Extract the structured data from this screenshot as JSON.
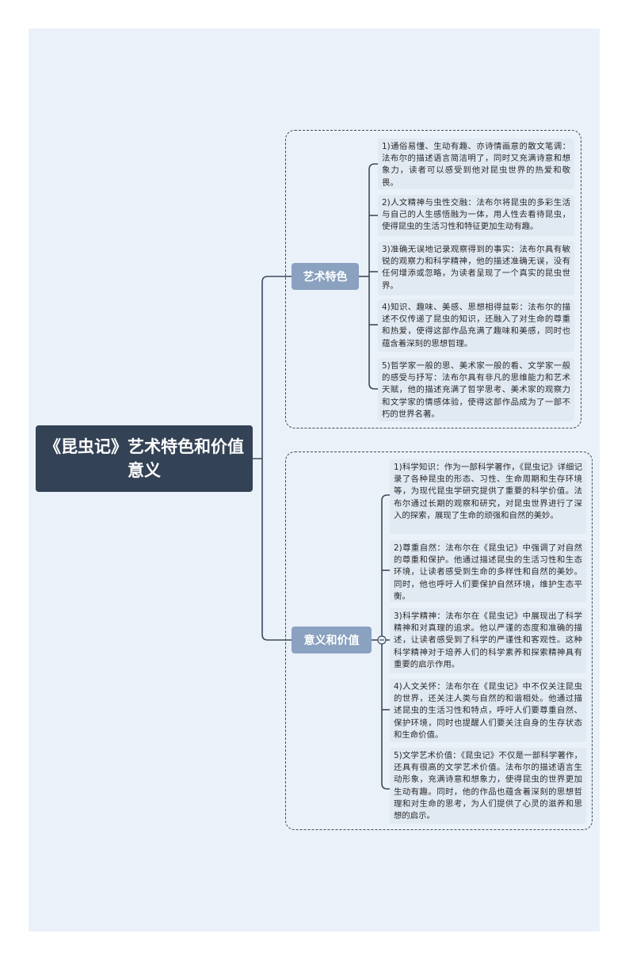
{
  "root": {
    "title": "《昆虫记》艺术特色和价值意义"
  },
  "art": {
    "label": "艺术特色",
    "items": [
      "1)通俗易懂、生动有趣、亦诗情画意的散文笔调：法布尔的描述语言简洁明了，同时又充满诗意和想象力，读者可以感受到他对昆虫世界的热爱和敬畏。",
      "2)人文精神与虫性交融：法布尔将昆虫的多彩生活与自己的人生感悟融为一体，用人性去看待昆虫，使得昆虫的生活习性和特征更加生动有趣。",
      "3)准确无误地记录观察得到的事实：法布尔具有敏锐的观察力和科学精神，他的描述准确无误，没有任何增添或忽略，为读者呈现了一个真实的昆虫世界。",
      "4)知识、趣味、美感、思想相得益彰：法布尔的描述不仅传递了昆虫的知识，还融入了对生命的尊重和热爱，使得这部作品充满了趣味和美感，同时也蕴含着深刻的思想哲理。",
      "5)哲学家一般的思、美术家一般的看、文学家一般的感受与抒写：法布尔具有非凡的思维能力和艺术天赋，他的描述充满了哲学思考、美术家的观察力和文学家的情感体验，使得这部作品成为了一部不朽的世界名著。"
    ]
  },
  "value": {
    "label": "意义和价值",
    "items": [
      "1)科学知识：作为一部科学著作，《昆虫记》详细记录了各种昆虫的形态、习性、生命周期和生存环境等，为现代昆虫学研究提供了重要的科学价值。法布尔通过长期的观察和研究，对昆虫世界进行了深入的探索，展现了生命的顽强和自然的美妙。",
      "2)尊重自然：法布尔在《昆虫记》中强调了对自然的尊重和保护。他通过描述昆虫的生活习性和生态环境，让读者感受到生命的多样性和自然的美妙。同时，他也呼吁人们要保护自然环境，维护生态平衡。",
      "3)科学精神：法布尔在《昆虫记》中展现出了科学精神和对真理的追求。他以严谨的态度和准确的描述，让读者感受到了科学的严谨性和客观性。这种科学精神对于培养人们的科学素养和探索精神具有重要的启示作用。",
      "4)人文关怀：法布尔在《昆虫记》中不仅关注昆虫的世界，还关注人类与自然的和谐相处。他通过描述昆虫的生活习性和特点，呼吁人们要尊重自然、保护环境，同时也提醒人们要关注自身的生存状态和生命价值。",
      "5)文学艺术价值：《昆虫记》不仅是一部科学著作，还具有很高的文学艺术价值。法布尔的描述语言生动形象，充满诗意和想象力，使得昆虫的世界更加生动有趣。同时，他的作品也蕴含着深刻的思想哲理和对生命的思考，为人们提供了心灵的滋养和思想的启示。"
    ]
  },
  "colors": {
    "background": "#eaf1f9",
    "root": "#344256",
    "branch": "#8aa1c0",
    "leaf": "#e1e9f3",
    "line": "#3d4a5c"
  }
}
